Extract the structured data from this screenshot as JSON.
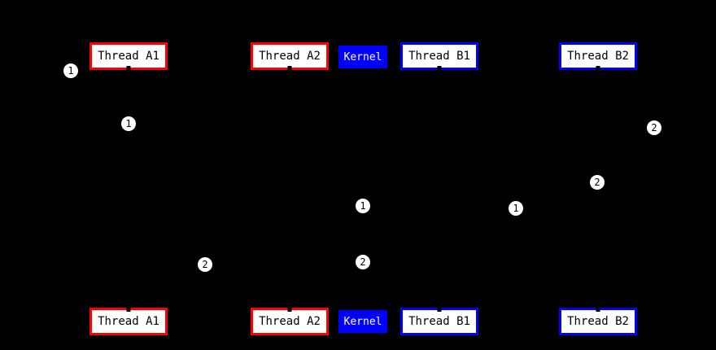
{
  "diagram": {
    "background_color": "#000000",
    "colors": {
      "thread_a_border": "#ff0000",
      "thread_b_border": "#0000ff",
      "kernel_fill": "#0000ff",
      "box_fill": "#ffffff",
      "box_text": "#000000",
      "kernel_text": "#ffffff",
      "marker_fill": "#ffffff",
      "marker_text": "#000000"
    },
    "entities": [
      {
        "label": "Thread A1",
        "type": "thread",
        "accent_color": "#ff0000"
      },
      {
        "label": "Thread A2",
        "type": "thread",
        "accent_color": "#ff0000"
      },
      {
        "label": "Kernel",
        "type": "kernel",
        "accent_color": "#0000ff"
      },
      {
        "label": "Thread B1",
        "type": "thread",
        "accent_color": "#0000ff"
      },
      {
        "label": "Thread B2",
        "type": "thread",
        "accent_color": "#0000ff"
      }
    ],
    "markers": [
      "1",
      "1",
      "2",
      "2",
      "1",
      "1",
      "2",
      "2"
    ]
  }
}
